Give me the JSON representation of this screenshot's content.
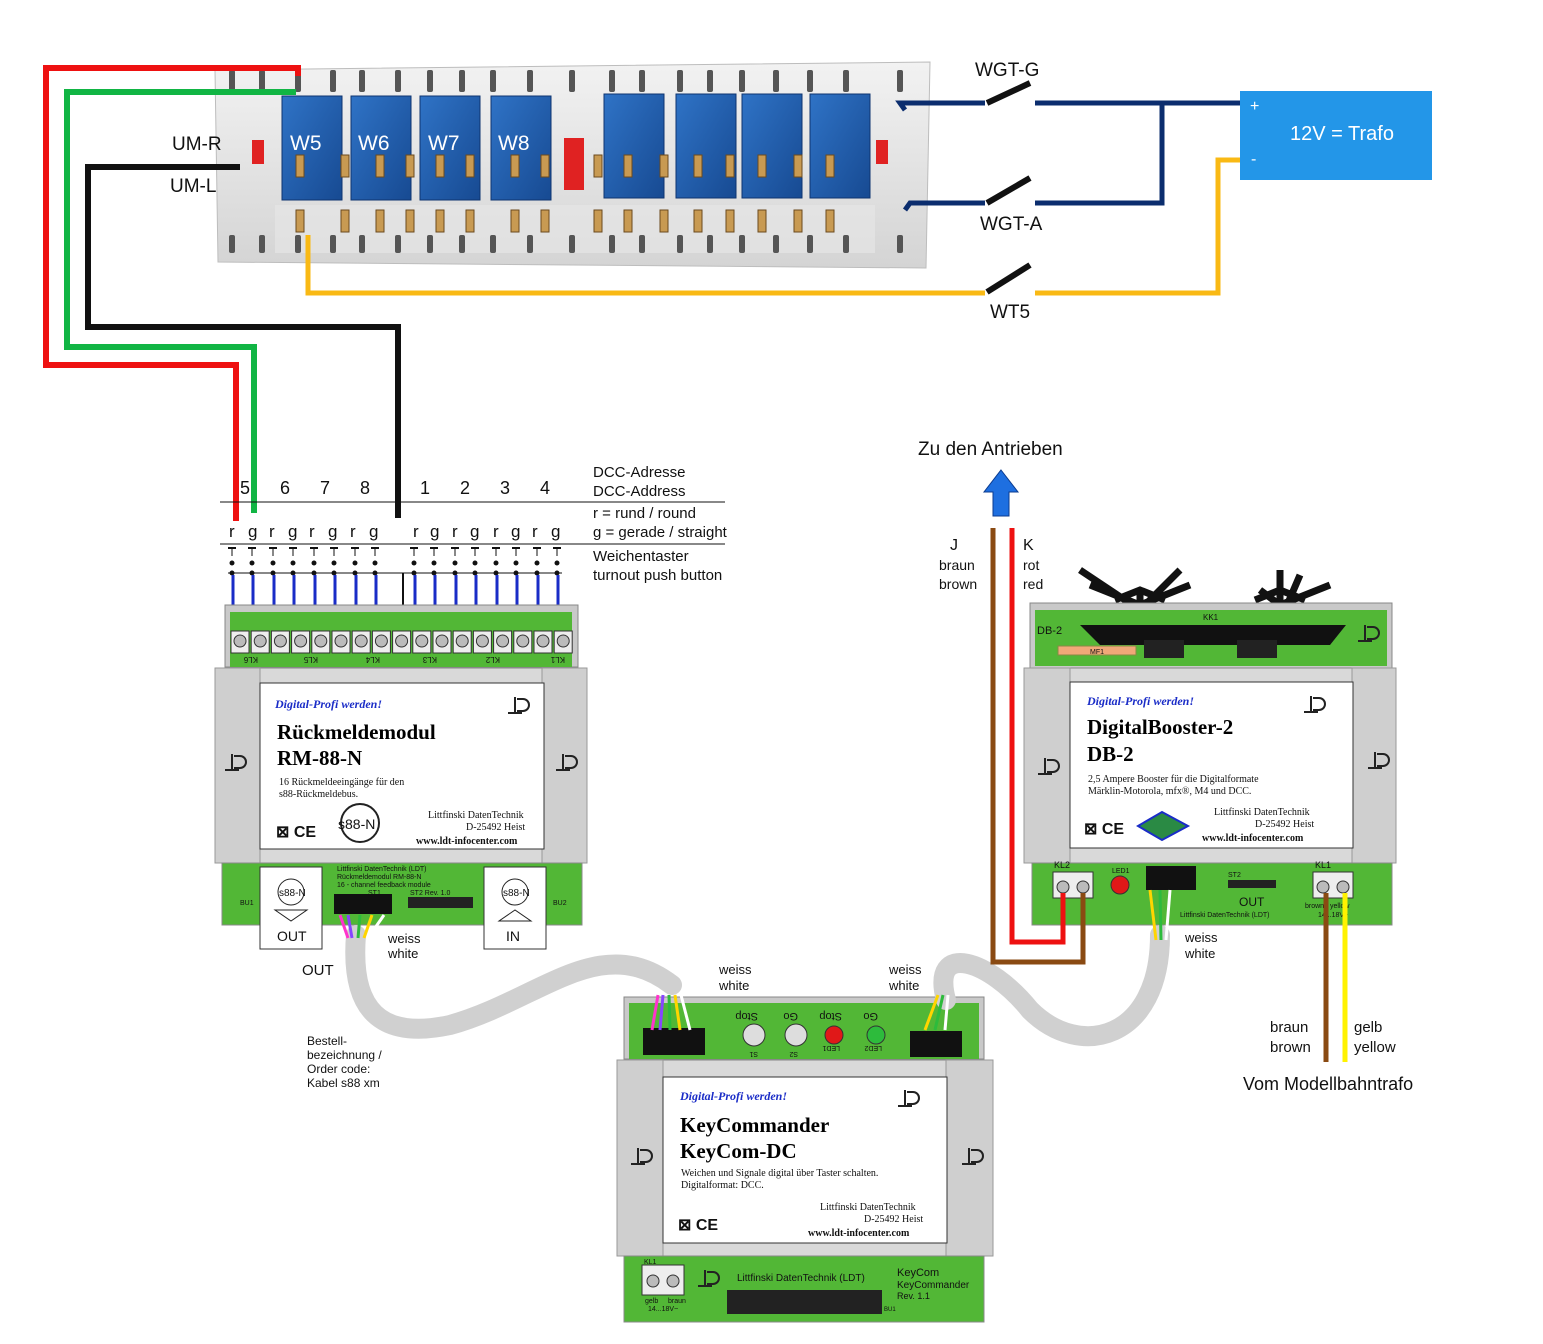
{
  "relay_board": {
    "relay_labels": [
      "W5",
      "W6",
      "W7",
      "W8"
    ],
    "left_labels": {
      "um_r": "UM-R",
      "um_l": "UM-L"
    }
  },
  "switches": {
    "wgt_g": "WGT-G",
    "wgt_a": "WGT-A",
    "wt5": "WT5"
  },
  "trafo": {
    "label": "12V = Trafo",
    "plus": "+",
    "minus": "-"
  },
  "drives": {
    "label": "Zu den Antrieben"
  },
  "address_header": {
    "left_numbers": [
      "5",
      "6",
      "7",
      "8"
    ],
    "right_numbers": [
      "1",
      "2",
      "3",
      "4"
    ],
    "rg_letters": [
      "r",
      "g",
      "r",
      "g",
      "r",
      "g",
      "r",
      "g",
      "r",
      "g",
      "r",
      "g",
      "r",
      "g",
      "r",
      "g"
    ],
    "dcc_de": "DCC-Adresse",
    "dcc_en": "DCC-Address",
    "r_def": "r = rund / round",
    "g_def": "g = gerade / straight",
    "button_de": "Weichentaster",
    "button_en": "turnout push button"
  },
  "rm88": {
    "slogan": "Digital-Profi werden!",
    "title1": "Rückmeldemodul",
    "title2": "RM-88-N",
    "desc1": "16 Rückmeldeeingänge für den",
    "desc2": "s88-Rückmeldebus.",
    "maker": "Littfinski DatenTechnik",
    "addr": "D-25492 Heist",
    "web": "www.ldt-infocenter.com",
    "badge": "s88-N",
    "out_label": "OUT",
    "in_label": "IN",
    "terminals": [
      "KL6",
      "KL5",
      "KL4",
      "KL3",
      "KL2",
      "KL1"
    ],
    "pcb_text1": "Littfinski DatenTechnik (LDT)",
    "pcb_text2": "Rückmeldemodul  RM-88-N",
    "pcb_text3": "16 - channel  feedback  module",
    "st1": "ST1",
    "st2": "ST2 Rev. 1.0",
    "bu1": "BU1",
    "bu2": "BU2"
  },
  "db2": {
    "slogan": "Digital-Profi werden!",
    "title1": "DigitalBooster-2",
    "title2": "DB-2",
    "desc1": "2,5 Ampere Booster für die Digitalformate",
    "desc2": "Märklin-Motorola, mfx®, M4 und DCC.",
    "maker": "Littfinski DatenTechnik",
    "addr": "D-25492 Heist",
    "web": "www.ldt-infocenter.com",
    "kk1": "KK1",
    "rev": "DB-2",
    "mf1": "MF1",
    "kl2": "KL2",
    "kl1": "KL1",
    "led1": "LED1",
    "st2": "ST2",
    "out": "OUT",
    "pcb_text": "Littfinski DatenTechnik (LDT)",
    "brown": "brown",
    "yellow": "yellow",
    "volt": "14...18V~"
  },
  "keycom": {
    "slogan": "Digital-Profi werden!",
    "title1": "KeyCommander",
    "title2": "KeyCom-DC",
    "desc1": "Weichen und Signale digital über Taster schalten.",
    "desc2": "Digitalformat: DCC.",
    "maker": "Littfinski DatenTechnik",
    "addr": "D-25492 Heist",
    "web": "www.ldt-infocenter.com",
    "stop": "Stop",
    "go": "Go",
    "s1": "S1",
    "s2": "S2",
    "led1": "LED1",
    "led2": "LED2",
    "pcb_text": "Littfinski  DatenTechnik  (LDT)",
    "name1": "KeyCom",
    "name2": "KeyCommander",
    "rev": "Rev. 1.1",
    "kl1": "KL1",
    "gelb": "gelb",
    "braun": "braun",
    "volt": "14...18V~",
    "bu1": "BU1"
  },
  "labels": {
    "weiss": "weiss",
    "white": "white",
    "out": "OUT",
    "order1": "Bestell-",
    "order2": "bezeichnung /",
    "order3": "Order code:",
    "order4": "Kabel s88 xm",
    "j": "J",
    "k": "K",
    "braun": "braun",
    "brown": "brown",
    "rot": "rot",
    "red": "red",
    "gelb": "gelb",
    "yellow": "yellow",
    "vom": "Vom Modellbahntrafo"
  },
  "colors": {
    "red_wire": "#ee1111",
    "green_wire": "#11b544",
    "black_wire": "#111111",
    "navy_wire": "#0b2d6e",
    "yellow_wire": "#f9b914",
    "brown_wire": "#8a4a12",
    "blue_wire": "#1a2cc7",
    "trafo_blue": "#2396e8",
    "pcb_green": "#52b736",
    "relay_blue": "#1f5fb0",
    "module_gray": "#d9d9d9"
  }
}
